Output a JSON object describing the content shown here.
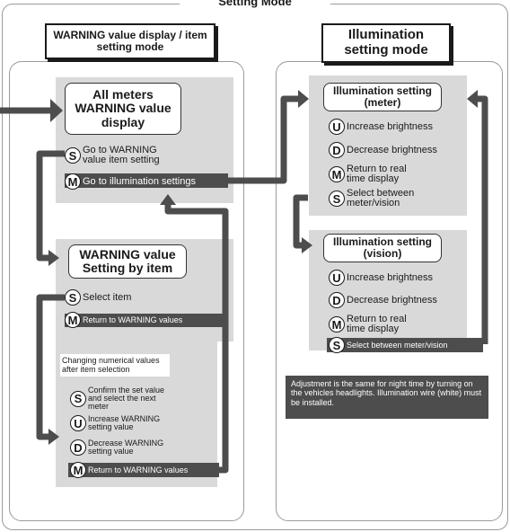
{
  "title": "Setting Mode",
  "left": {
    "header": "WARNING value display / item setting mode",
    "all_meters": "All meters WARNING value display",
    "s_go": "Go to WARNING value item setting",
    "m_go": "Go to illumination settings",
    "by_item": "WARNING value Setting by item",
    "s_select": "Select item",
    "m_return": "Return to WARNING values",
    "changing": "Changing numerical values after item selection",
    "s_confirm": "Confirm the set value and select the next meter",
    "u_increase": "Increase WARNING setting value",
    "d_decrease": "Decrease WARNING setting value",
    "m_return2": "Return to WARNING values"
  },
  "right": {
    "header": "Illumination setting mode",
    "meter_title": "Illumination setting (meter)",
    "u1": "Increase brightness",
    "d1": "Decrease brightness",
    "m1": "Return to real time display",
    "s1": "Select between meter/vision",
    "vision_title": "Illumination setting (vision)",
    "u2": "Increase brightness",
    "d2": "Decrease brightness",
    "m2": "Return to real time display",
    "s2": "Select between meter/vision",
    "note": "Adjustment is the same for night time by turning on the vehicles headlights. Illumination wire (white) must be installed."
  },
  "keys": {
    "s": "S",
    "m": "M",
    "u": "U",
    "d": "D"
  },
  "colors": {
    "arrow": "#4d4d4d",
    "box": "#d9d9d9",
    "note_bg": "#4d4d4d"
  }
}
